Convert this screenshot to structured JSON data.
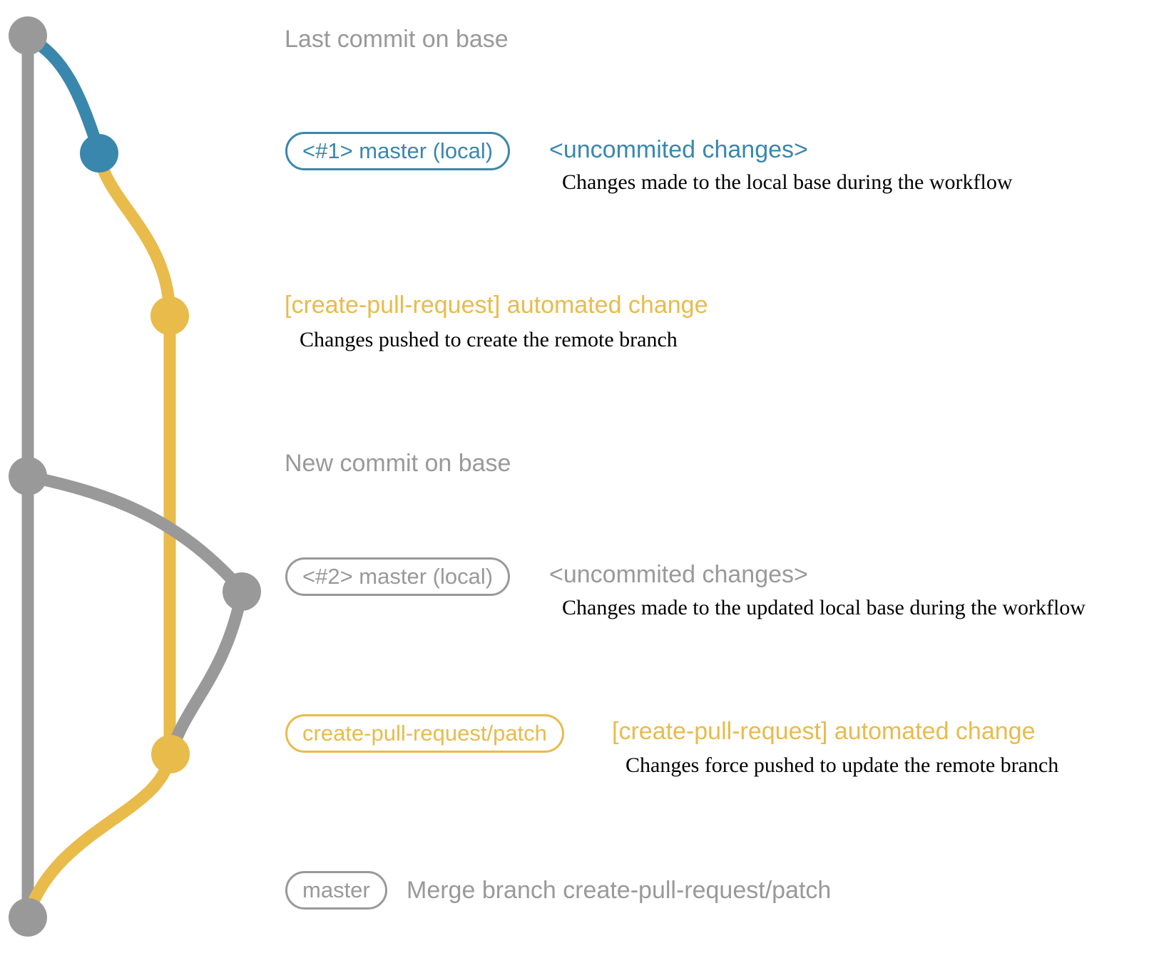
{
  "colors": {
    "blue": "#3A87AD",
    "yellow": "#E8BB4B",
    "gray": "#999999",
    "black": "#000000",
    "background": "#FFFFFF"
  },
  "rows": [
    {
      "type": "label",
      "text": "Last commit on base"
    },
    {
      "type": "commit",
      "badge": "<#1> master (local)",
      "note": "<uncommited changes>",
      "desc": "Changes made to the local base during the workflow"
    },
    {
      "type": "commit",
      "heading": "[create-pull-request] automated change",
      "desc": "Changes pushed to create the remote branch"
    },
    {
      "type": "label",
      "text": "New commit on base"
    },
    {
      "type": "commit",
      "badge": "<#2> master (local)",
      "note": "<uncommited changes>",
      "desc": "Changes made to the updated local base during the workflow"
    },
    {
      "type": "commit",
      "badge": "create-pull-request/patch",
      "heading": "[create-pull-request] automated change",
      "desc": "Changes force pushed to update the remote branch"
    },
    {
      "type": "commit",
      "badge": "master",
      "note": "Merge branch create-pull-request/patch"
    }
  ]
}
